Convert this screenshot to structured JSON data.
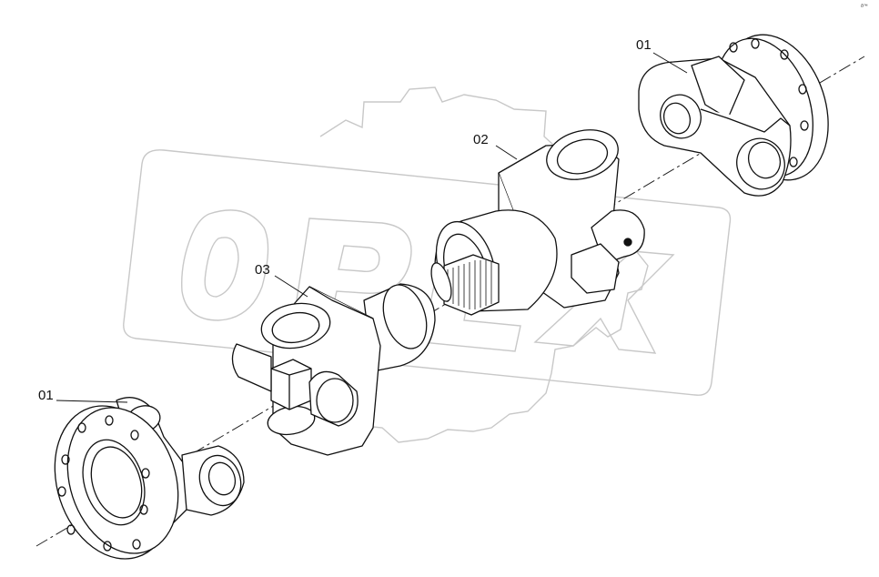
{
  "diagram": {
    "watermark_text": "OPEX",
    "corner_mark": "ð™",
    "callouts": [
      {
        "id": "c1",
        "label": "01"
      },
      {
        "id": "c2",
        "label": "02"
      },
      {
        "id": "c3",
        "label": "03"
      },
      {
        "id": "c4",
        "label": "01"
      }
    ],
    "parts": [
      {
        "id": "flange-yoke-upper",
        "ref": "01"
      },
      {
        "id": "slip-yoke-assembly",
        "ref": "02"
      },
      {
        "id": "tube-yoke-assembly",
        "ref": "03"
      },
      {
        "id": "flange-yoke-lower",
        "ref": "01"
      }
    ]
  }
}
